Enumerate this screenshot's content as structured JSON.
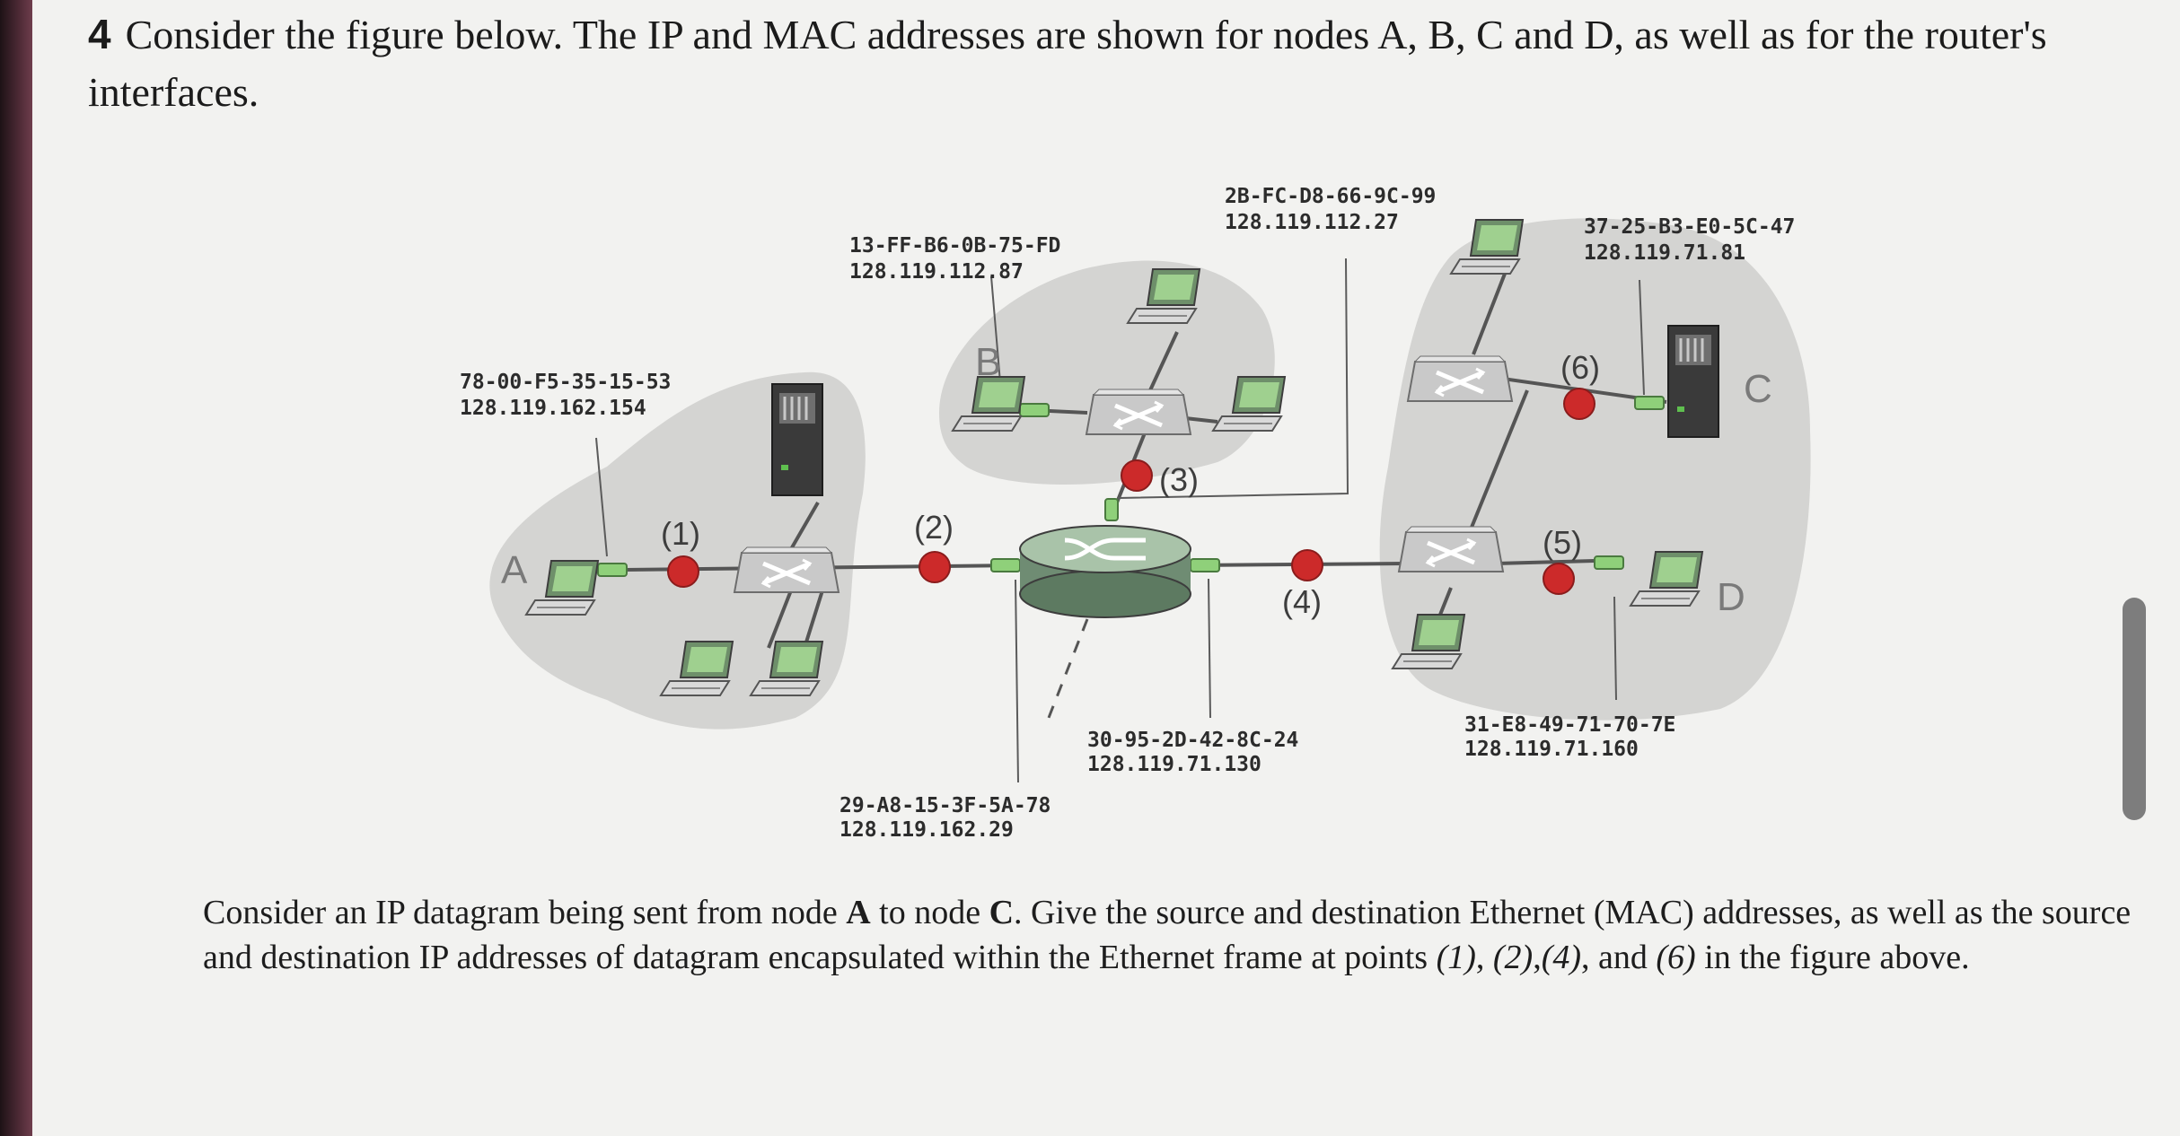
{
  "question": {
    "number": "4",
    "text": "Consider the figure below. The IP and MAC addresses are shown for nodes A, B, C and D, as well as for the router's interfaces."
  },
  "diagram": {
    "nodes": {
      "A": "A",
      "B": "B",
      "C": "C",
      "D": "D"
    },
    "points": {
      "p1": "(1)",
      "p2": "(2)",
      "p3": "(3)",
      "p4": "(4)",
      "p5": "(5)",
      "p6": "(6)"
    },
    "addresses": {
      "node_a": {
        "mac": "78-00-F5-35-15-53",
        "ip": "128.119.162.154"
      },
      "node_b": {
        "mac": "13-FF-B6-0B-75-FD",
        "ip": "128.119.112.87"
      },
      "router_top": {
        "mac": "2B-FC-D8-66-9C-99",
        "ip": "128.119.112.27"
      },
      "node_c": {
        "mac": "37-25-B3-E0-5C-47",
        "ip": "128.119.71.81"
      },
      "router_left": {
        "mac": "29-A8-15-3F-5A-78",
        "ip": "128.119.162.29"
      },
      "router_right": {
        "mac": "30-95-2D-42-8C-24",
        "ip": "128.119.71.130"
      },
      "node_d": {
        "mac": "31-E8-49-71-70-7E",
        "ip": "128.119.71.160"
      }
    }
  },
  "subquestion": {
    "before": "Consider an IP datagram being sent from node ",
    "node_from": "A",
    "middle": " to node ",
    "node_to": "C",
    "after": ". Give the source and destination Ethernet (MAC) addresses, as well as the source and destination IP addresses of datagram encapsulated within the Ethernet frame at points ",
    "pt1": "(1)",
    "sep1": ", ",
    "pt2": "(2)",
    "sep2": ",",
    "pt4": "(4)",
    "sep3": ", and ",
    "pt6": "(6)",
    "end": " in the figure above."
  },
  "colors": {
    "page_bg": "#f2f2f0",
    "subnet_fill": "#d4d4d2",
    "point_red": "#cc2a2a",
    "link_gray": "#555555",
    "connector_green": "#8fd07a"
  }
}
